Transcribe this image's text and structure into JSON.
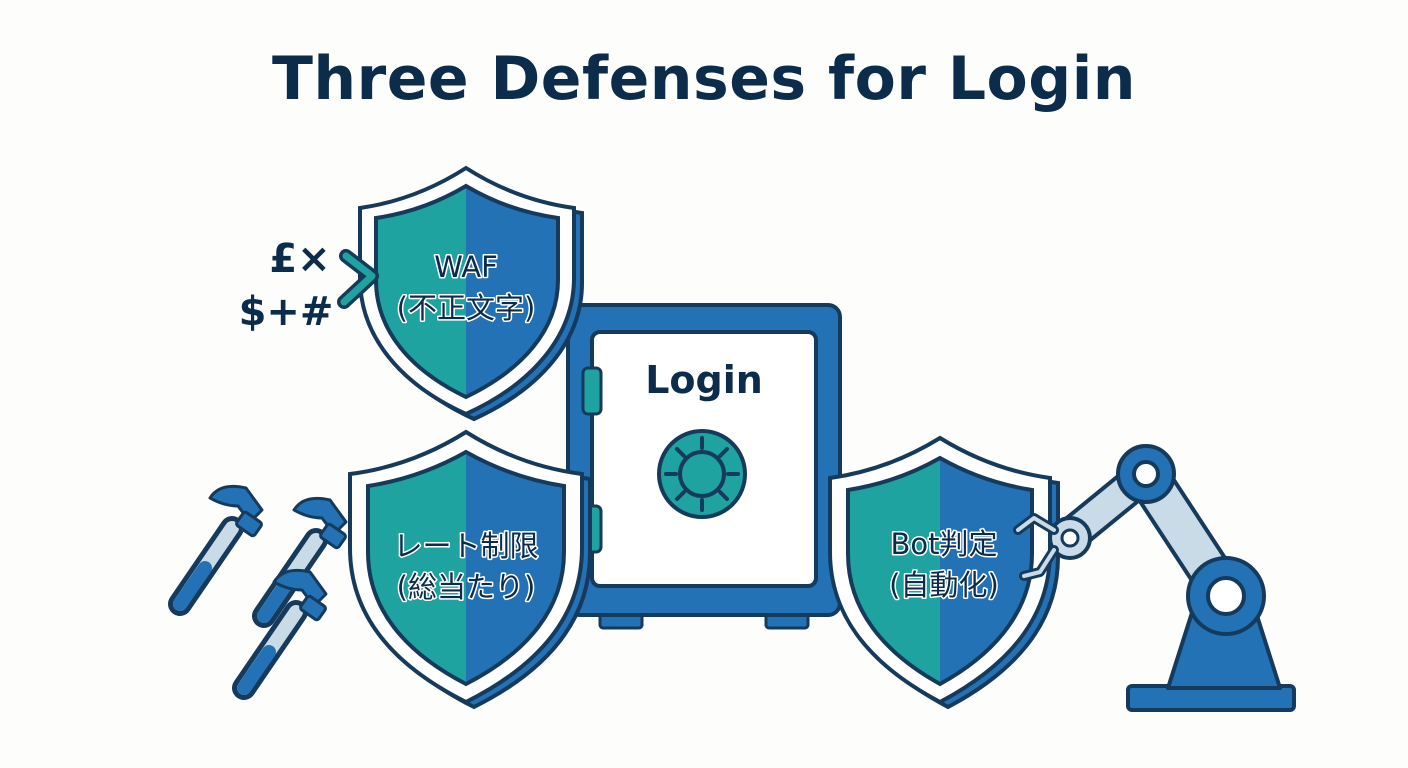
{
  "title": "Three Defenses for Login",
  "safe": {
    "label": "Login"
  },
  "shields": [
    {
      "line1": "WAF",
      "line2": "(不正文字)"
    },
    {
      "line1": "レート制限",
      "line2": "(総当たり)"
    },
    {
      "line1": "Bot判定",
      "line2": "(自動化)"
    }
  ],
  "symbols": {
    "top": "£×",
    "bottom": "$+#"
  },
  "colors": {
    "navy": "#0b2c4a",
    "teal": "#1fa3a0",
    "blue": "#2372b5",
    "outline": "#163a5c",
    "arm_light": "#c8dbe6"
  },
  "icons": [
    "hammer-icon",
    "robot-arm-icon",
    "safe-icon",
    "shield-icon",
    "chevron-right-icon"
  ]
}
